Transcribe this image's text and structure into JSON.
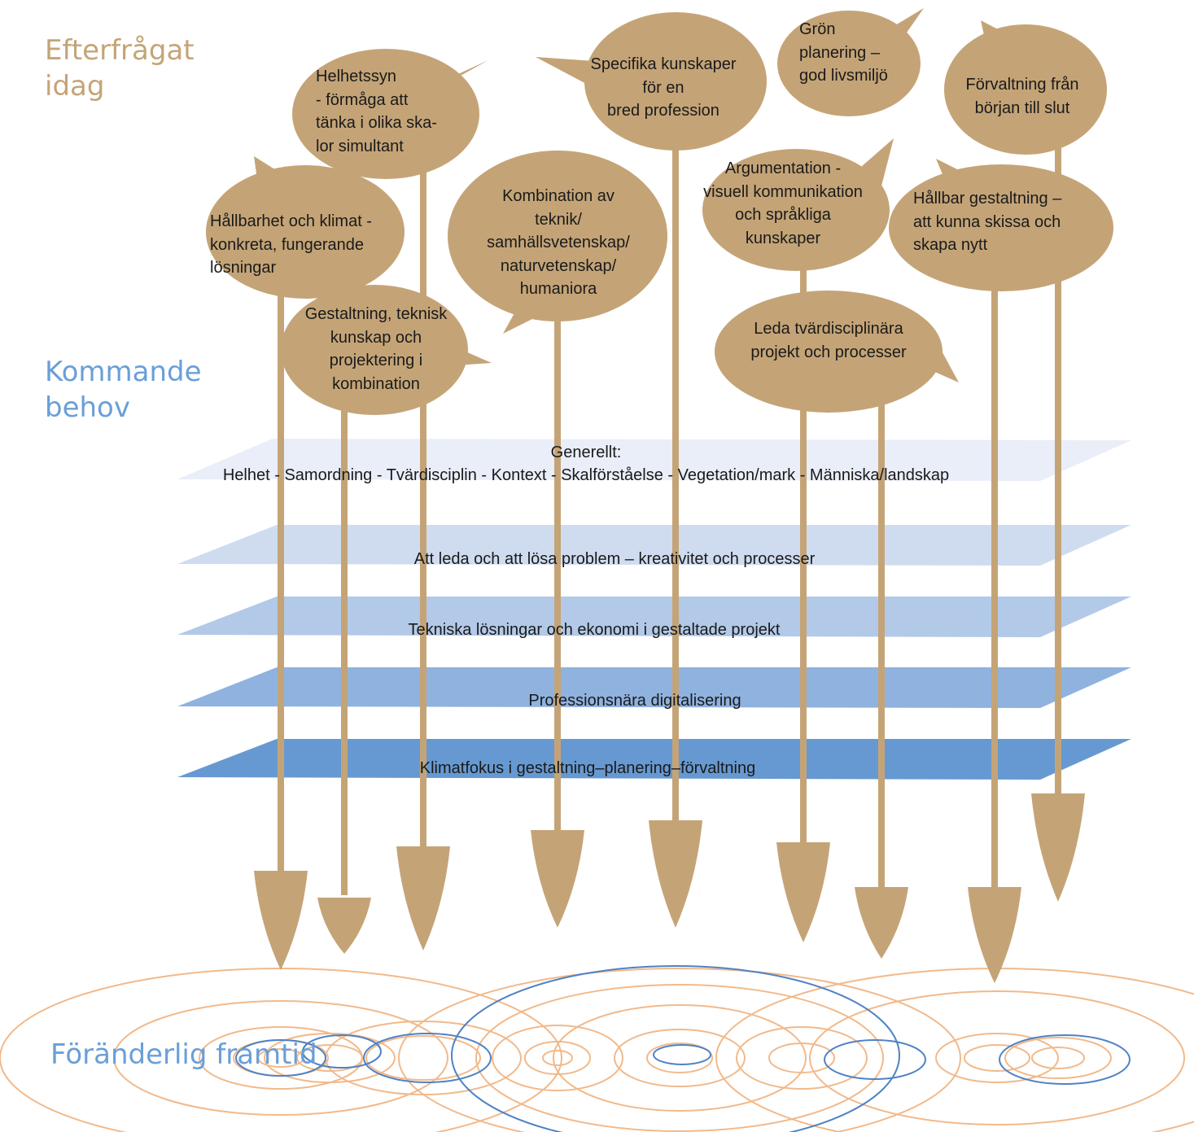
{
  "labels": {
    "today": [
      "Efterfrågat",
      "idag"
    ],
    "coming": [
      "Kommande",
      "behov"
    ],
    "future": "Föränderlig framtid"
  },
  "layers": [
    {
      "lines": [
        "Generellt:",
        "Helhet - Samordning - Tvärdisciplin - Kontext - Skalförståelse - Vegetation/mark - Människa/landskap"
      ],
      "color": "#e9eef8"
    },
    {
      "lines": [
        "Att leda och att lösa problem – kreativitet och processer"
      ],
      "color": "#cfdcf0"
    },
    {
      "lines": [
        "Tekniska lösningar och ekonomi i gestaltade projekt"
      ],
      "color": "#b2c9e8"
    },
    {
      "lines": [
        "Professionsnära digitalisering"
      ],
      "color": "#8fb2df"
    },
    {
      "lines": [
        "Klimatfokus i gestaltning–planering–förvaltning"
      ],
      "color": "#6699d1"
    }
  ],
  "bubbles": [
    {
      "lines": [
        "Hållbarhet och klimat -",
        "konkreta, fungerande",
        "lösningar"
      ],
      "align": "left"
    },
    {
      "lines": [
        "Helhetssyn",
        "- förmåga att",
        "tänka i olika ska-",
        "lor simultant"
      ],
      "align": "left"
    },
    {
      "lines": [
        "Gestaltning, teknisk",
        "kunskap och",
        "projektering i",
        "kombination"
      ],
      "align": "center"
    },
    {
      "lines": [
        "Kombination av",
        "teknik/",
        "samhällsvetenskap/",
        "naturvetenskap/",
        "humaniora"
      ],
      "align": "center"
    },
    {
      "lines": [
        "Specifika kunskaper",
        "för en",
        "bred profession"
      ],
      "align": "center"
    },
    {
      "lines": [
        "Grön",
        "planering –",
        "god livsmiljö"
      ],
      "align": "left"
    },
    {
      "lines": [
        "Argumentation -",
        "visuell kommunikation",
        "och språkliga",
        "kunskaper"
      ],
      "align": "center"
    },
    {
      "lines": [
        "Leda tvärdisciplinära",
        "projekt och processer"
      ],
      "align": "center"
    },
    {
      "lines": [
        "Förvaltning från",
        "början till slut"
      ],
      "align": "center"
    },
    {
      "lines": [
        "Hållbar gestaltning –",
        "att kunna skissa och",
        "skapa nytt"
      ],
      "align": "left"
    }
  ],
  "colors": {
    "bubble": "#c4a477",
    "ripple_orange": "#f2b98a",
    "ripple_blue": "#4f82c5",
    "label_today": "#c4a477",
    "label_blue": "#6a9fd8"
  }
}
